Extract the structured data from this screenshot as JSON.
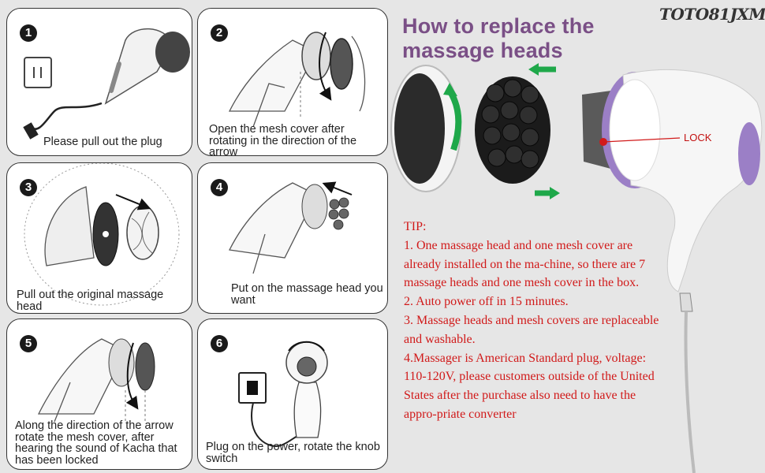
{
  "brand": "TOTO81JXM",
  "title": "How to replace the massage heads",
  "steps": [
    {
      "number": "1",
      "caption": "Please pull out the plug"
    },
    {
      "number": "2",
      "caption": "Open the mesh cover after rotating in the direction of the arrow"
    },
    {
      "number": "3",
      "caption": "Pull out the original massage head"
    },
    {
      "number": "4",
      "caption": "Put on the massage head you want"
    },
    {
      "number": "5",
      "caption": "Along the direction of the arrow rotate the mesh cover, after hearing the sound of Kacha that has been locked"
    },
    {
      "number": "6",
      "caption": "Plug on the power, rotate the knob switch"
    }
  ],
  "lock_label": "LOCK",
  "tip": {
    "heading": "TIP:",
    "items": [
      "1. One massage head and one mesh cover are already installed on the ma-chine, so there are 7 massage heads and one mesh cover in the box.",
      "2. Auto power off in 15 minutes.",
      "3. Massage heads and mesh covers are replaceable and washable.",
      "4.Massager is American Standard plug, voltage: 110-120V, please customers outside of the United States after the purchase also need to have the appro-priate converter"
    ]
  },
  "colors": {
    "title": "#7a4f86",
    "tip": "#d11a1a",
    "accent_purple": "#9b7fc6",
    "arrow_green": "#1fa84a"
  }
}
